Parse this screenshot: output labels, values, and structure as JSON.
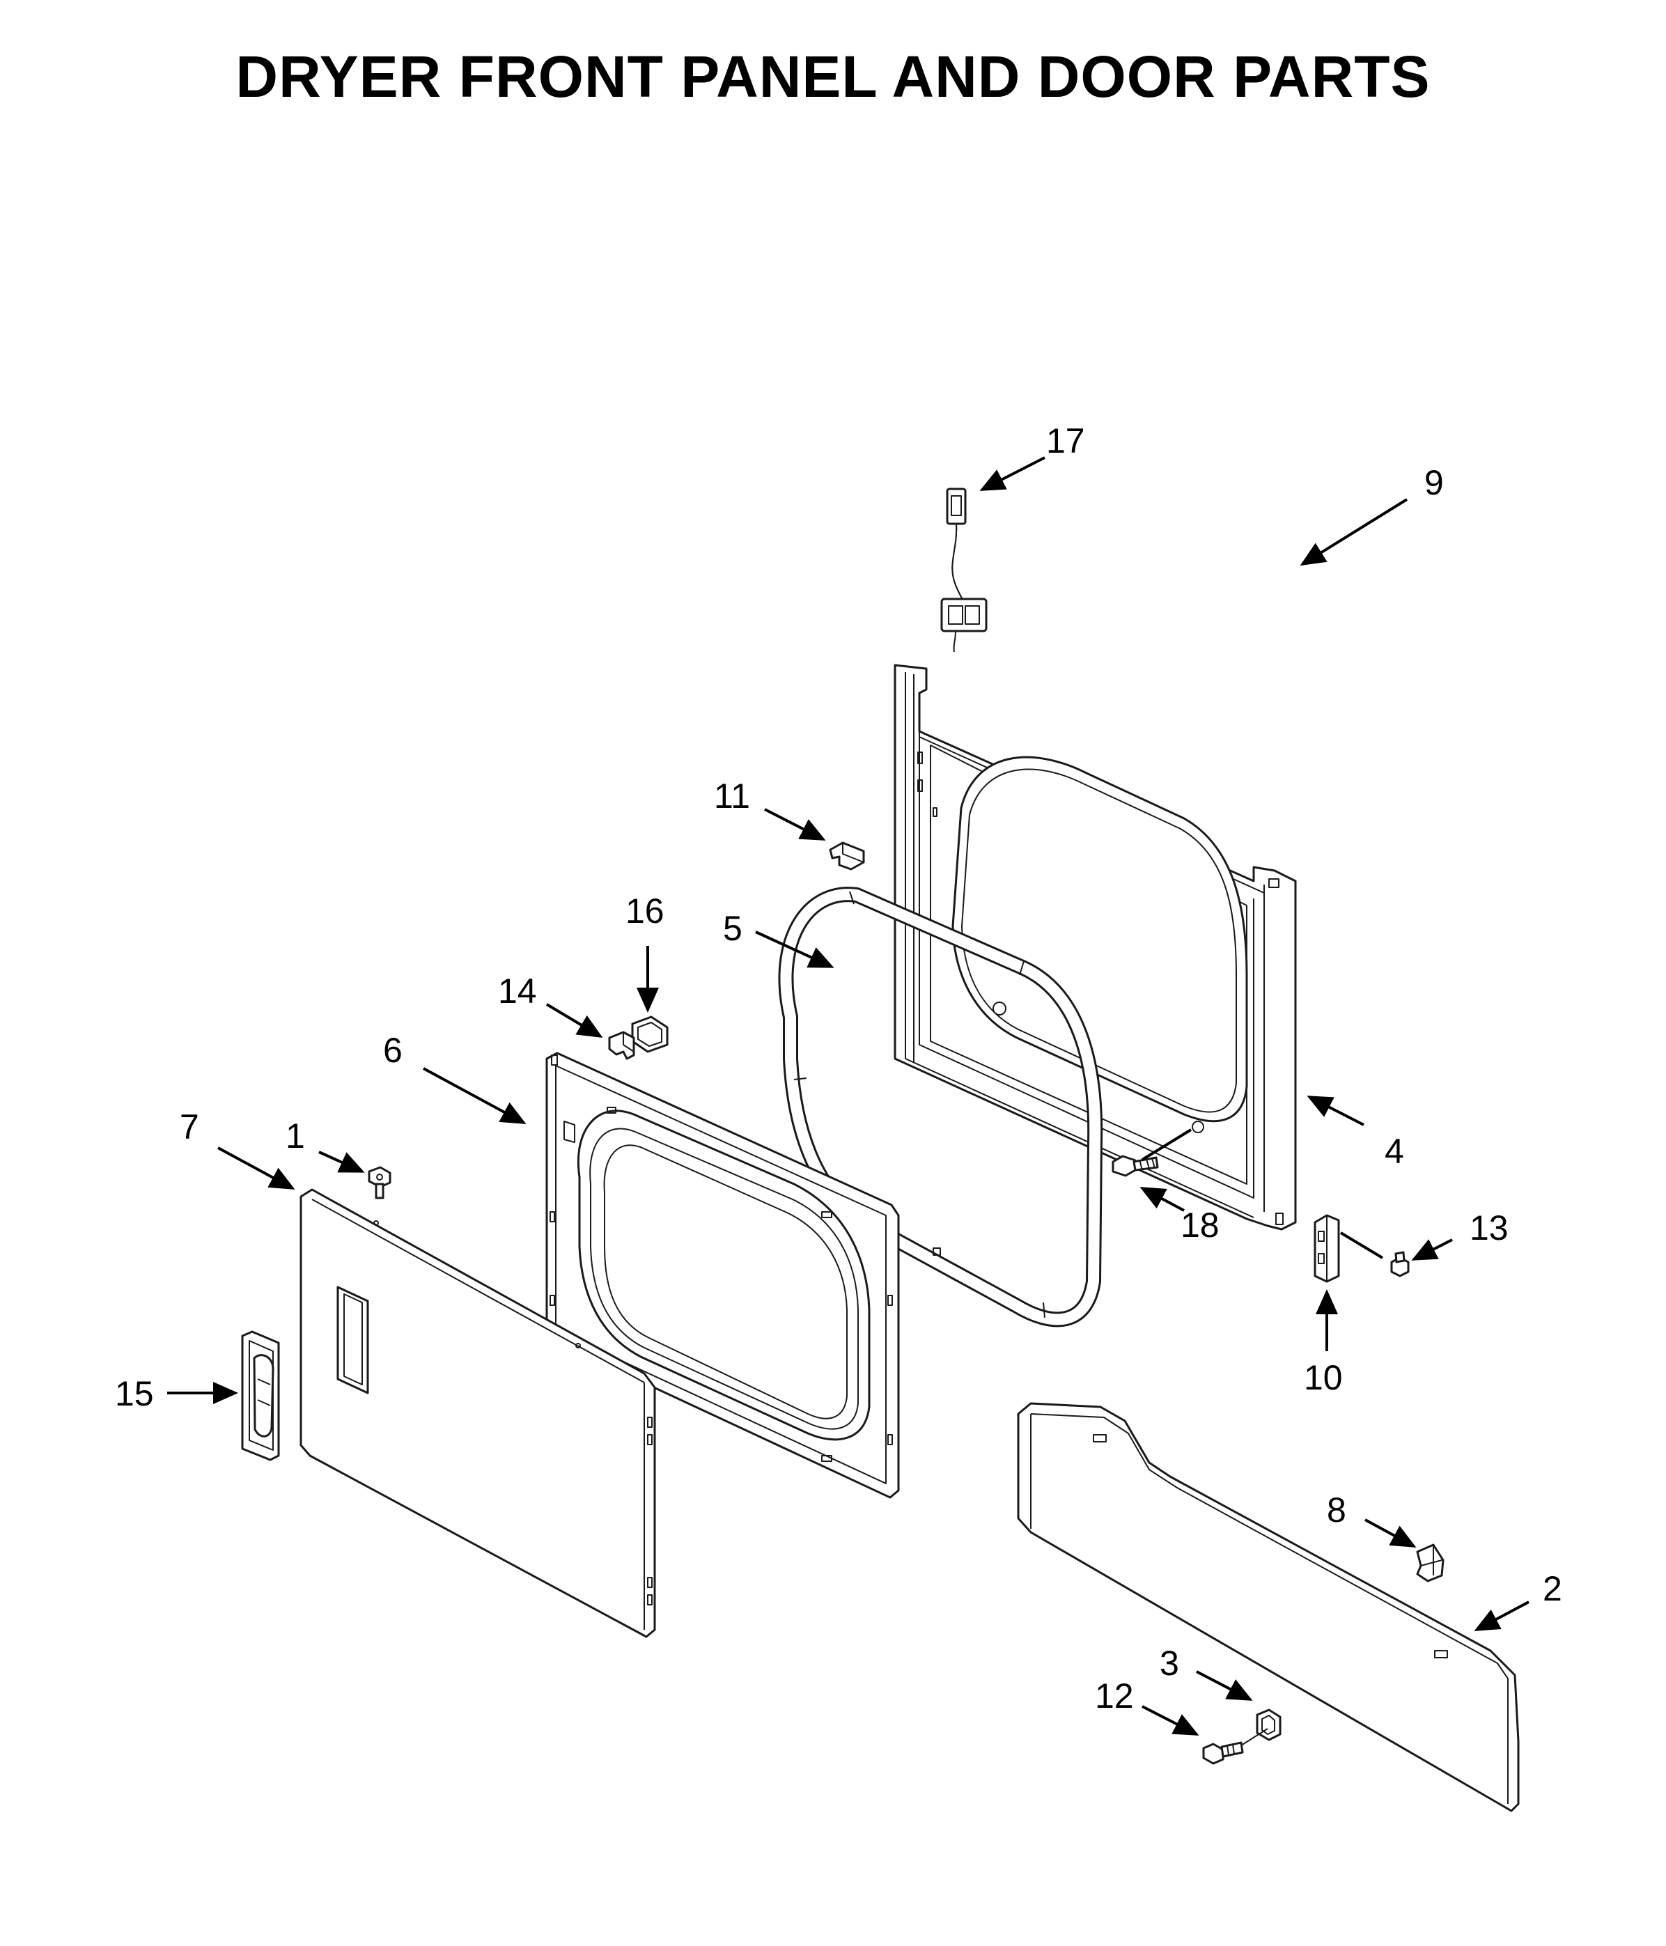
{
  "title": "DRYER FRONT PANEL AND DOOR PARTS",
  "callouts": {
    "c1": "1",
    "c2": "2",
    "c3": "3",
    "c4": "4",
    "c5": "5",
    "c6": "6",
    "c7": "7",
    "c8": "8",
    "c9": "9",
    "c10": "10",
    "c11": "11",
    "c12": "12",
    "c13": "13",
    "c14": "14",
    "c15": "15",
    "c16": "16",
    "c17": "17",
    "c18": "18"
  },
  "colors": {
    "line": "#1a1a1a",
    "background": "#ffffff"
  }
}
